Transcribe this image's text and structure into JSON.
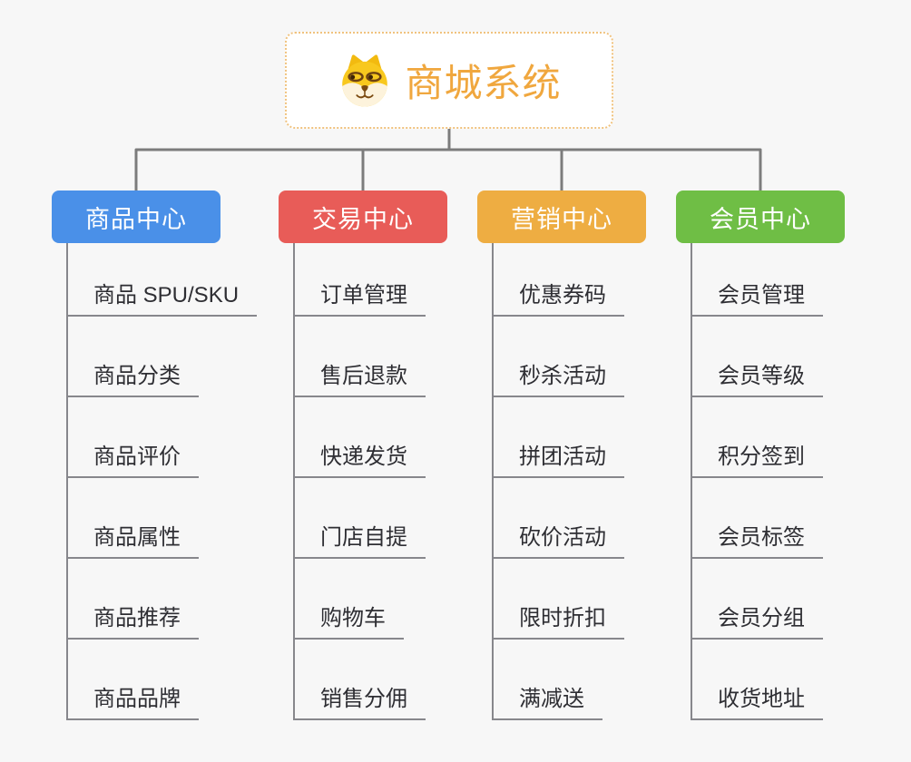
{
  "root": {
    "title": "商城系统",
    "icon": "dog-face-icon",
    "title_color": "#f0a73e",
    "border_color": "#f0c27e"
  },
  "branches": [
    {
      "label": "商品中心",
      "color": "#4a90e8",
      "items": [
        "商品 SPU/SKU",
        "商品分类",
        "商品评价",
        "商品属性",
        "商品推荐",
        "商品品牌"
      ]
    },
    {
      "label": "交易中心",
      "color": "#e85c58",
      "items": [
        "订单管理",
        "售后退款",
        "快递发货",
        "门店自提",
        "购物车",
        "销售分佣"
      ]
    },
    {
      "label": "营销中心",
      "color": "#eead42",
      "items": [
        "优惠券码",
        "秒杀活动",
        "拼团活动",
        "砍价活动",
        "限时折扣",
        "满减送"
      ]
    },
    {
      "label": "会员中心",
      "color": "#6fbe45",
      "items": [
        "会员管理",
        "会员等级",
        "积分签到",
        "会员标签",
        "会员分组",
        "收货地址"
      ]
    }
  ]
}
